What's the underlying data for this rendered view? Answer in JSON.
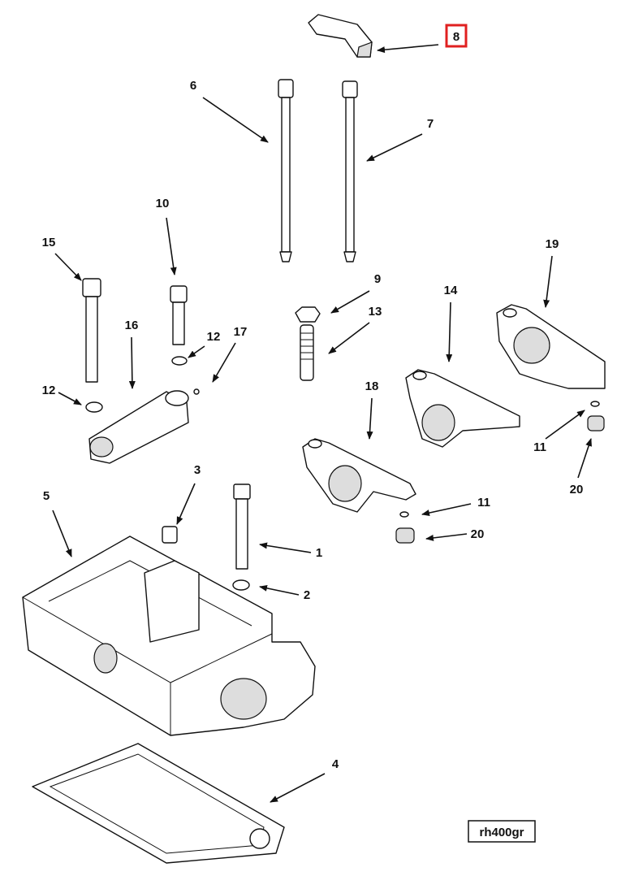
{
  "diagram": {
    "drawing_id": "rh400gr",
    "highlighted_callout": "8",
    "highlight_color": "#e02020",
    "callouts": {
      "c1": "1",
      "c2": "2",
      "c3": "3",
      "c4": "4",
      "c5": "5",
      "c6": "6",
      "c7": "7",
      "c8": "8",
      "c9": "9",
      "c10": "10",
      "c11a": "11",
      "c11b": "11",
      "c12a": "12",
      "c12b": "12",
      "c13": "13",
      "c14": "14",
      "c15": "15",
      "c16": "16",
      "c17": "17",
      "c18": "18",
      "c19": "19",
      "c20a": "20",
      "c20b": "20"
    }
  }
}
